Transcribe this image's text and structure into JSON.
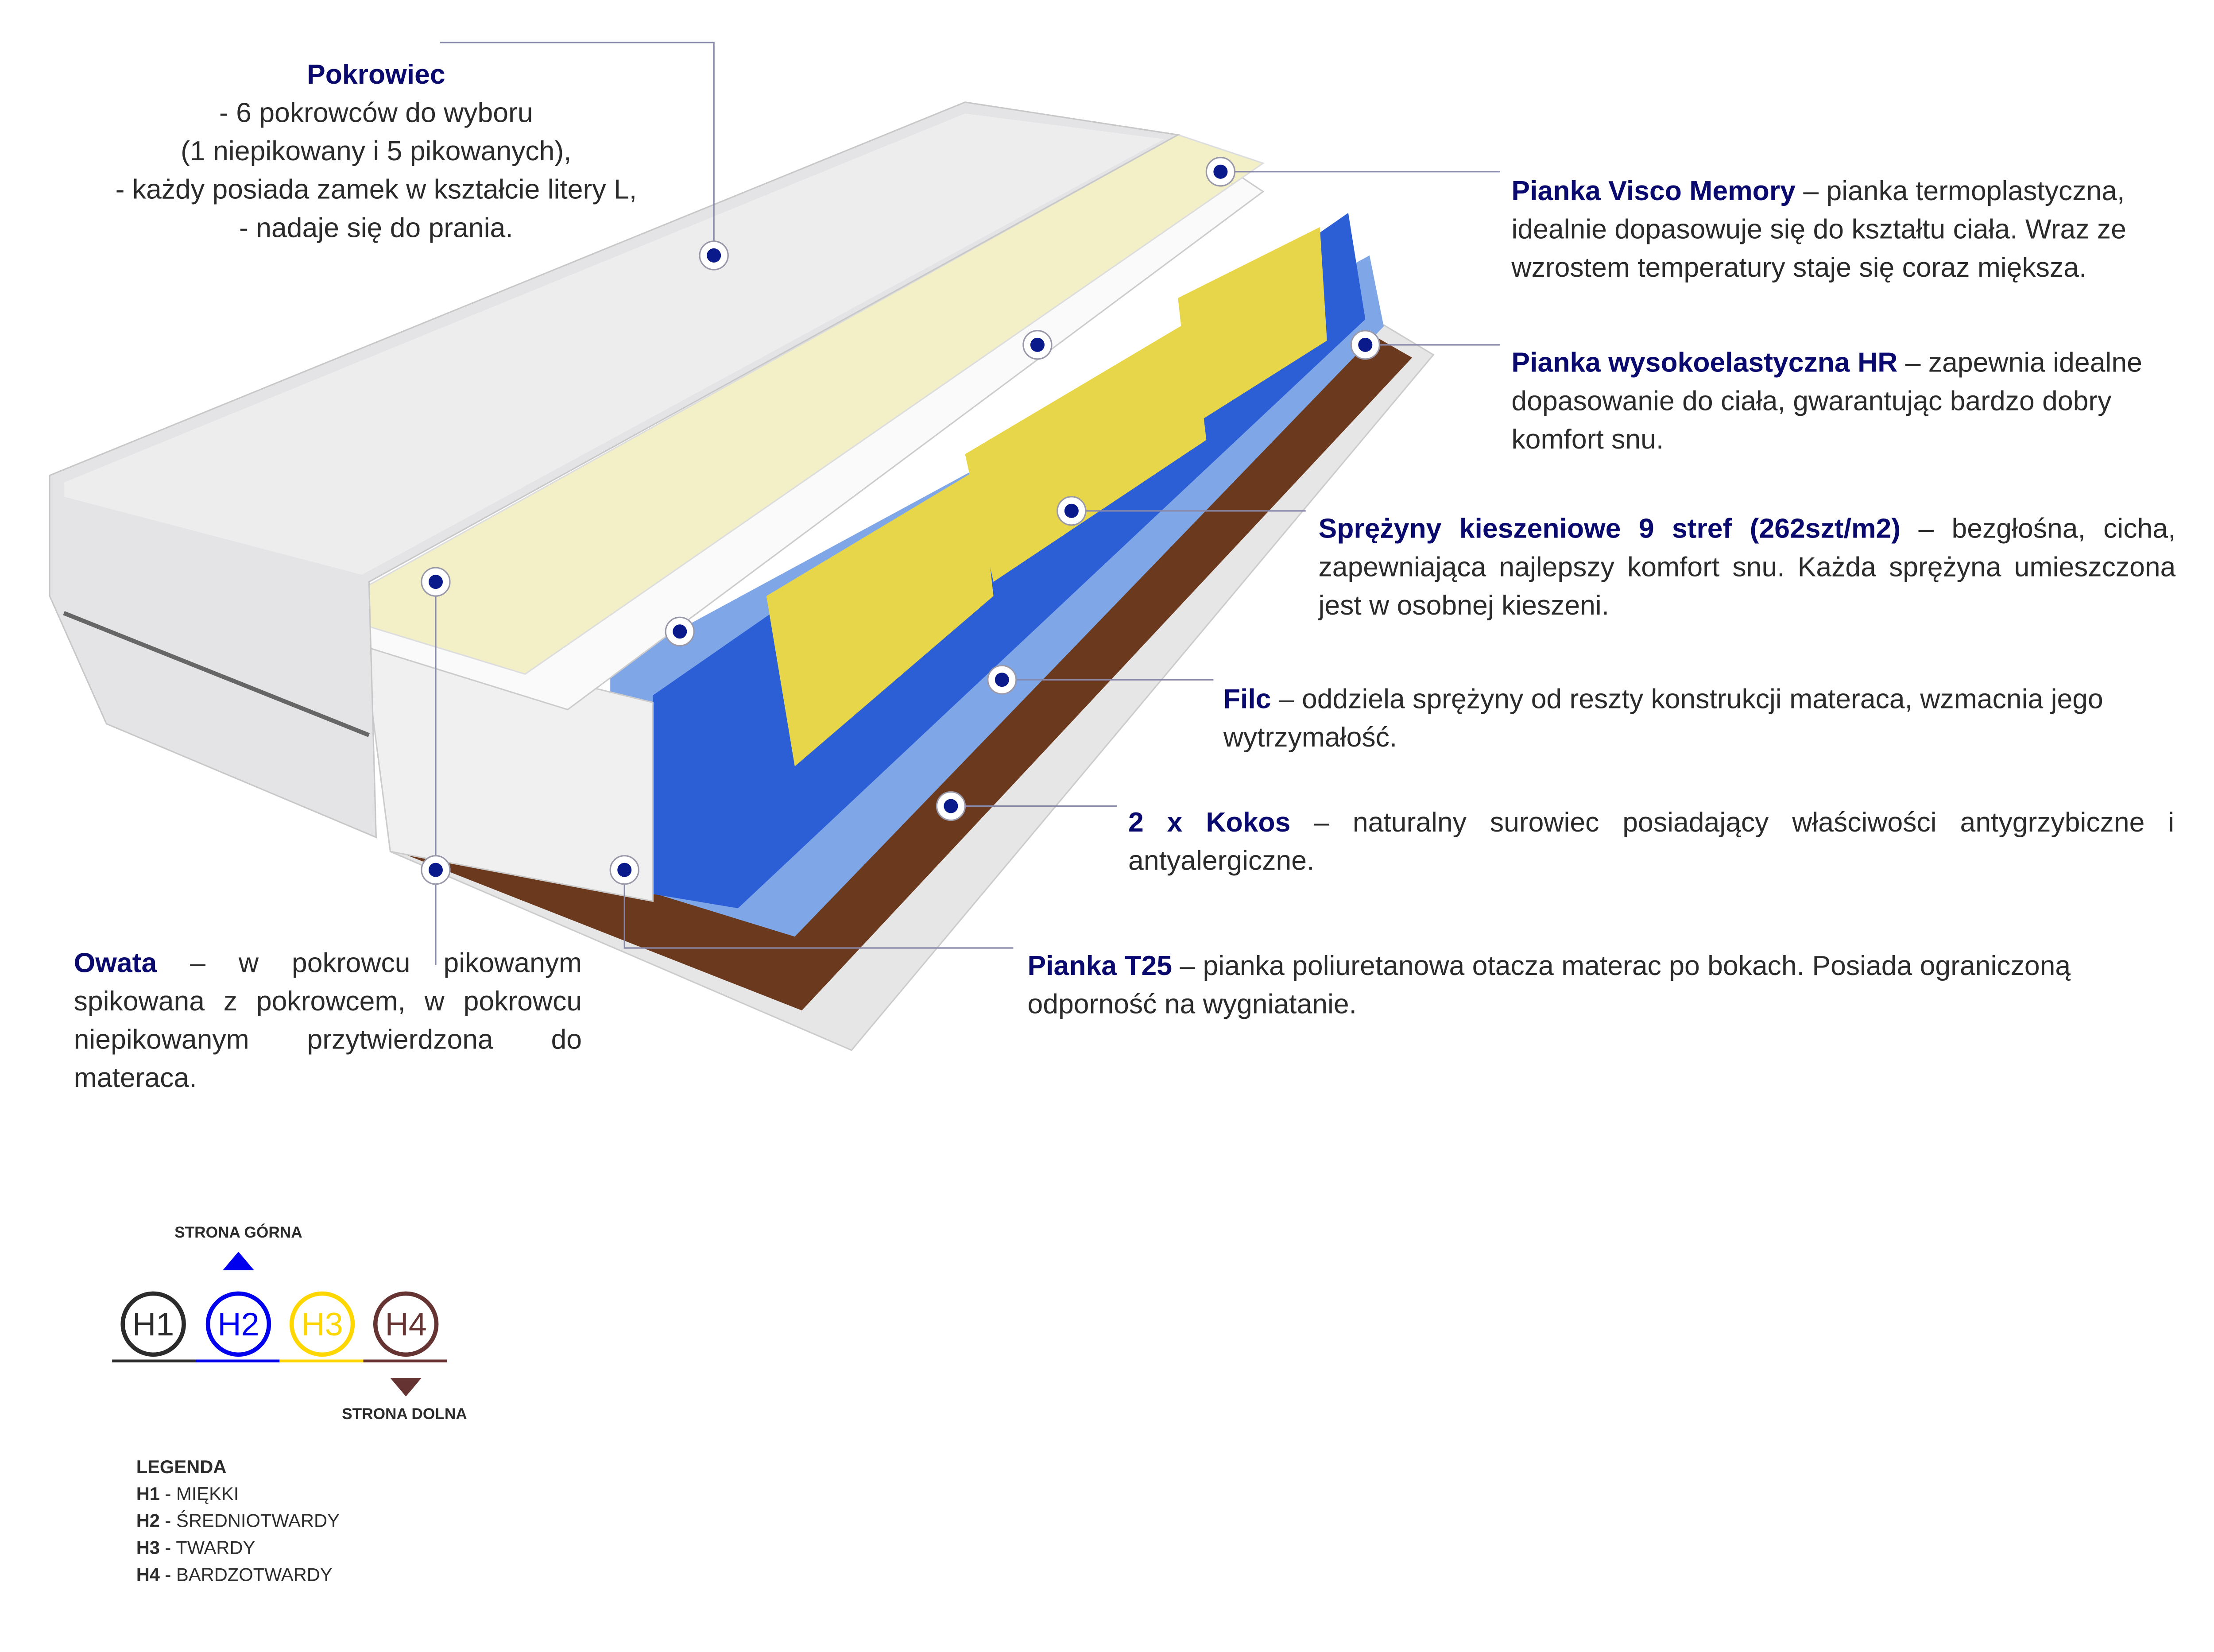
{
  "pokrowiec": {
    "title": "Pokrowiec",
    "lines": [
      "- 6 pokrowców do wyboru",
      "(1 niepikowany i 5 pikowanych),",
      "-  każdy posiada zamek w kształcie litery L,",
      "- nadaje się do prania."
    ]
  },
  "visco": {
    "title": "Pianka Visco Memory",
    "text": " – pianka termoplastyczna, idealnie dopasowuje się do kształtu ciała. Wraz ze wzrostem temperatury staje się coraz miększa."
  },
  "hr": {
    "title": "Pianka wysokoelastyczna HR",
    "text": " – zapewnia idealne dopasowanie do ciała, gwarantując bardzo dobry komfort snu."
  },
  "springs": {
    "title": "Sprężyny kieszeniowe 9 stref (262szt/m2)",
    "text": " – bezgłośna, cicha, zapewniająca najlepszy komfort snu. Każda sprężyna umieszczona jest w osobnej kieszeni."
  },
  "filc": {
    "title": "Filc",
    "text": " – oddziela sprężyny od reszty konstrukcji materaca, wzmacnia jego wytrzymałość."
  },
  "kokos": {
    "title": "2 x Kokos",
    "text": " – naturalny surowiec posiadający właściwości antygrzybiczne i antyalergiczne."
  },
  "t25": {
    "title": "Pianka T25",
    "text": " – pianka poliuretanowa otacza materac po bokach. Posiada ograniczoną odporność na wygniatanie."
  },
  "owata": {
    "title": "Owata",
    "text": " – w pokrowcu pikowanym spikowana z pokrowcem, w pokrowcu niepikowanym przytwierdzona do materaca."
  },
  "hardness": {
    "top_label": "STRONA GÓRNA",
    "bottom_label": "STRONA DOLNA",
    "levels": [
      {
        "label": "H1",
        "color": "#2b2b2b"
      },
      {
        "label": "H2",
        "color": "#0000ee"
      },
      {
        "label": "H3",
        "color": "#ffd700"
      },
      {
        "label": "H4",
        "color": "#663333"
      }
    ]
  },
  "legend": {
    "title": "LEGENDA",
    "items": [
      {
        "code": "H1",
        "sep": " - ",
        "desc": "MIĘKKI"
      },
      {
        "code": "H2",
        "sep": " - ",
        "desc": "ŚREDNIOTWARDY"
      },
      {
        "code": "H3",
        "sep": " - ",
        "desc": "TWARDY"
      },
      {
        "code": "H4",
        "sep": " - ",
        "desc": "BARDZOTWARDY"
      }
    ]
  }
}
